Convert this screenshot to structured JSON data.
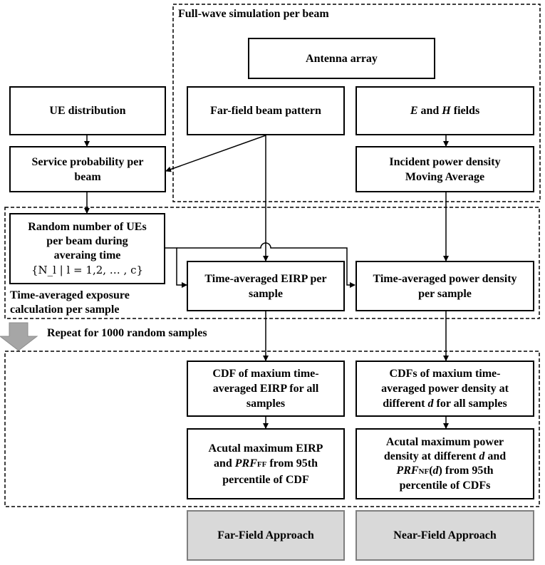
{
  "groups": {
    "fullwave": "Full-wave simulation per beam",
    "exposure_line1": "Time-averaged exposure",
    "exposure_line2": "calculation per sample",
    "repeat": "Repeat for 1000 random samples"
  },
  "boxes": {
    "antenna_array": "Antenna array",
    "ue_distribution": "UE distribution",
    "far_field_pattern": "Far-field beam pattern",
    "eh_fields": {
      "e": "E",
      "and": " and ",
      "h": "H",
      "rest": " fields"
    },
    "service_probability": [
      "Service probability per",
      "beam"
    ],
    "incident_power": [
      "Incident power density",
      "Moving Average"
    ],
    "random_ues": [
      "Random number of UEs",
      "per beam during",
      "averaing time"
    ],
    "random_ues_math": "{N_l | l = 1,2, … , c}",
    "time_avg_eirp": [
      "Time-averaged EIRP per",
      "sample"
    ],
    "time_avg_pd": [
      "Time-averaged power density",
      "per sample"
    ],
    "cdf_eirp": [
      "CDF of maxium time-",
      "averaged EIRP for all",
      "samples"
    ],
    "cdf_pd": {
      "line1": "CDFs of maxium time-",
      "line2": "averaged power density at",
      "line3_a": "different ",
      "d": "d",
      "line3_b": " for all samples"
    },
    "actual_eirp": {
      "line1": "Acutal maximum EIRP",
      "line2_a": "and ",
      "prf": "PRF",
      "sub": "FF",
      "line2_b": " from 95th",
      "line3": "percentile of CDF"
    },
    "actual_pd": {
      "line1": "Acutal maximum power",
      "line2_a": "density at different ",
      "d": "d",
      "line2_b": " and",
      "prf": "PRF",
      "sub": "NF",
      "paren_a": "(",
      "d2": "d",
      "paren_b": ")",
      "line3_b": " from 95th",
      "line4": "percentile of CDFs"
    },
    "far_field_approach": "Far-Field Approach",
    "near_field_approach": "Near-Field Approach"
  },
  "colors": {
    "line": "#000000",
    "result_fill": "#d9d9d9",
    "result_border": "#7f7f7f",
    "repeat_arrow": "#a6a6a6"
  }
}
